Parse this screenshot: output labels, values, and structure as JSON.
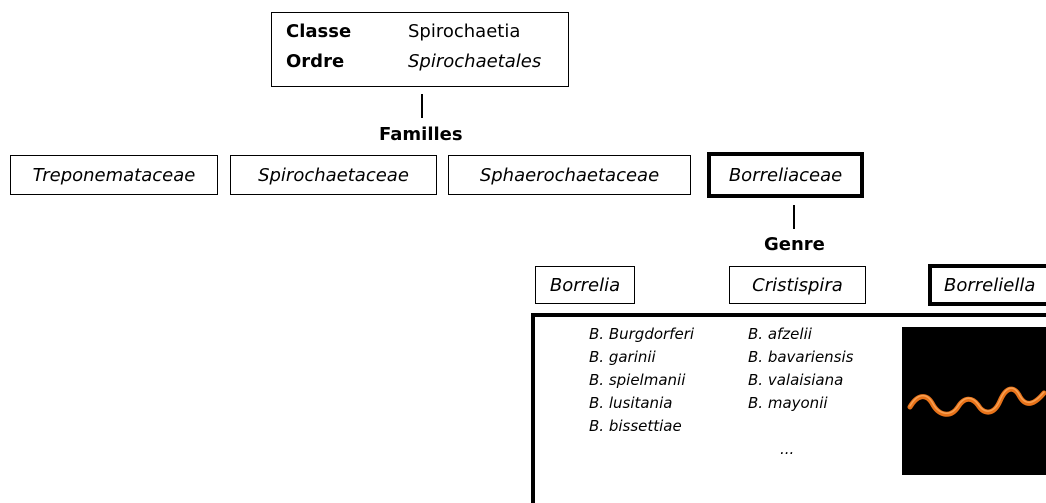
{
  "classification": {
    "classe_label": "Classe",
    "classe_value": "Spirochaetia",
    "ordre_label": "Ordre",
    "ordre_value": "Spirochaetales"
  },
  "familles_heading": "Familles",
  "families": [
    "Treponemataceae",
    "Spirochaetaceae",
    "Sphaerochaetaceae",
    "Borreliaceae"
  ],
  "genre_heading": "Genre",
  "genera": [
    "Borrelia",
    "Cristispira",
    "Borreliella"
  ],
  "species_col1": [
    "B. Burgdorferi",
    "B. garinii",
    "B. spielmanii",
    "B. lusitania",
    "B. bissettiae"
  ],
  "species_col2": [
    "B. afzelii",
    "B. bavariensis",
    "B. valaisiana",
    "B. mayonii"
  ],
  "species_more": "...",
  "colors": {
    "spirochete": "#e8731a",
    "image_bg": "#000000"
  }
}
